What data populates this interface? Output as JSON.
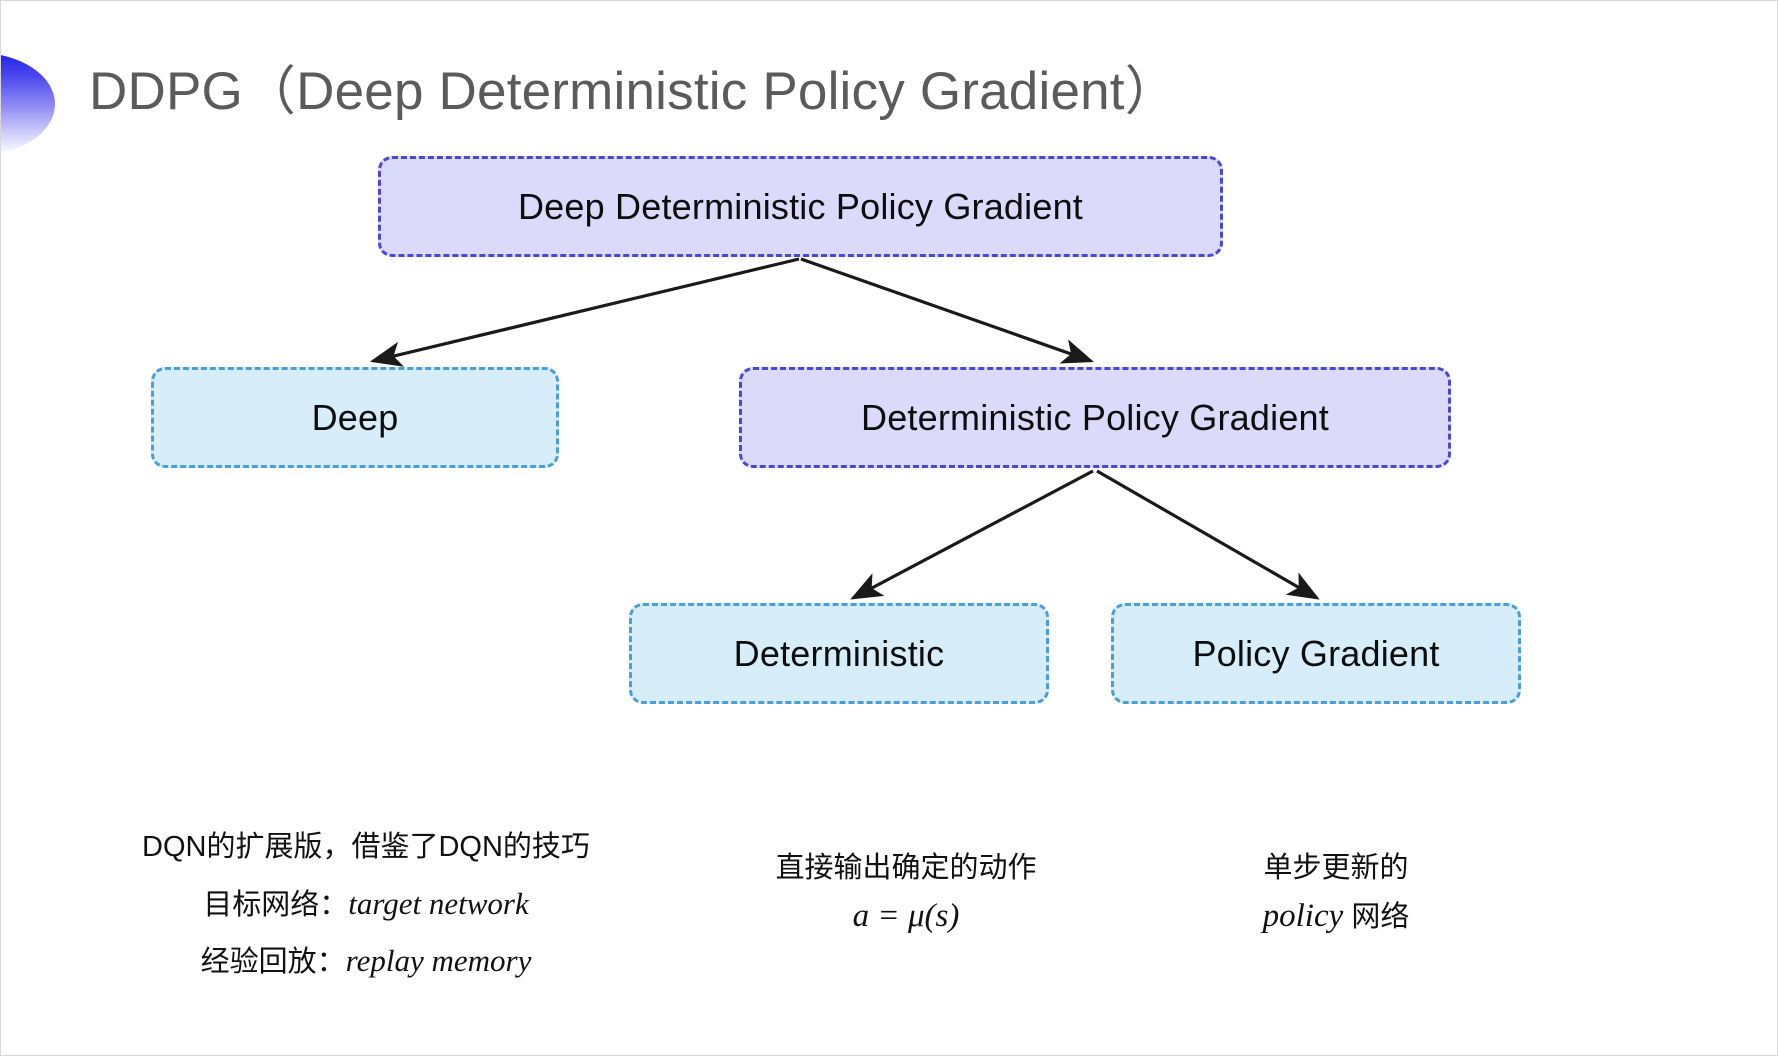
{
  "slide": {
    "title": "DDPG（Deep Deterministic Policy Gradient）",
    "background_color": "#ffffff",
    "title_color": "#5b5b5b",
    "bullet_icon": "gradient-semicircle-icon",
    "bullet_gradient_from": "#2222e8",
    "bullet_gradient_to": "#ffffff"
  },
  "palette": {
    "compound_fill": "#dcdafa",
    "compound_border": "#4b47d6",
    "leaf_fill": "#d7eefa",
    "leaf_border": "#4a9fd8",
    "arrow_color": "#1a1a1a",
    "text_color": "#0d0d0d"
  },
  "tree": {
    "root": {
      "label": "Deep Deterministic Policy Gradient",
      "kind": "compound"
    },
    "level2": [
      {
        "label": "Deep",
        "kind": "leaf"
      },
      {
        "label": "Deterministic Policy Gradient",
        "kind": "compound"
      }
    ],
    "level3": [
      {
        "label": "Deterministic",
        "kind": "leaf"
      },
      {
        "label": "Policy Gradient",
        "kind": "leaf"
      }
    ]
  },
  "captions": {
    "deep": {
      "line1": "DQN的扩展版，借鉴了DQN的技巧",
      "line2_label": "目标网络：",
      "line2_term": "target network",
      "line3_label": "经验回放：",
      "line3_term": "replay memory"
    },
    "deterministic": {
      "line1": "直接输出确定的动作",
      "formula": "a = μ(s)"
    },
    "policy_gradient": {
      "line1": "单步更新的",
      "line2_term": "policy",
      "line2_suffix": " 网络"
    }
  }
}
